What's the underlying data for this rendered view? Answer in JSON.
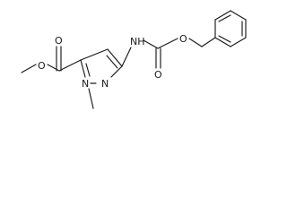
{
  "structure": {
    "atoms": {
      "ester_carbonyl_o": "O",
      "ester_o": "O",
      "ring_n1": "N",
      "ring_n2": "N",
      "amide_nh": "NH",
      "carbamate_carbonyl_o": "O",
      "carbamate_o": "O"
    }
  }
}
